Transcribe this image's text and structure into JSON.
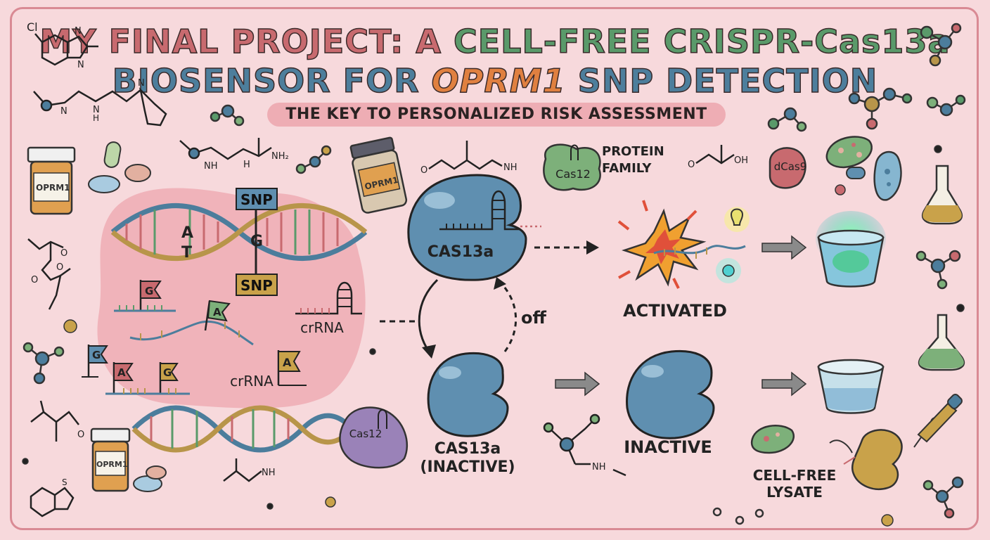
{
  "title": {
    "line1": {
      "part_a": "MY FINAL PROJECT: A ",
      "part_b": "CELL-FREE CRISPR-Cas13a"
    },
    "line2": {
      "part_a": "BIOSENSOR FOR ",
      "part_b": "OPRM1",
      "part_c": " SNP DETECTION"
    }
  },
  "subtitle": "THE KEY TO PERSONALIZED RISK ASSESSMENT",
  "labels": {
    "cas13a": "CAS13a",
    "cas13a_inactive_line1": "CAS13a",
    "cas13a_inactive_line2": "(INACTIVE)",
    "activated": "ACTIVATED",
    "inactive": "INACTIVE",
    "off": "off",
    "protein_family_line1": "PROTEIN",
    "protein_family_line2": "FAMILY",
    "cell_free_line1": "CELL-FREE",
    "cell_free_line2": "LYSATE",
    "crrna_1": "crRNA",
    "crrna_2": "crRNA",
    "snp_top": "SNP",
    "snp_bottom": "SNP",
    "cas12_card": "Cas12",
    "cas12_protein": "Cas12",
    "dcas9": "dCas9",
    "pill_bottle_1": "OPRM1",
    "pill_bottle_2": "OPRM1",
    "pill_bottle_3": "OPRM1"
  },
  "dna_bases": {
    "base_a": "A",
    "base_t": "T",
    "base_g": "G"
  },
  "flags": {
    "flag_g1": "G",
    "flag_a1": "A",
    "flag_g2": "G",
    "flag_a2": "A",
    "flag_g3": "G",
    "flag_a3": "A"
  },
  "molecules": {
    "cl": "Cl",
    "n1": "N",
    "n2": "N",
    "n3": "N",
    "n4": "N",
    "nh1": "H",
    "nh2": "N",
    "amide_h": "H",
    "nh_a": "NH",
    "nh2_a": "NH₂",
    "chain1_nh": "NH",
    "chain1_o": "O",
    "chain2_oh": "OH",
    "chain2_o": "O",
    "left_o": "O",
    "left_o2": "O",
    "left_o3": "O",
    "left_o4": "O",
    "bottom_nh": "NH",
    "bottom_nh2": "NH",
    "s": "S"
  },
  "colors": {
    "background": "#f7d9dc",
    "frame": "#d98a94",
    "cas13a_blue": "#5f8fb0",
    "dna_blue": "#4c7d9c",
    "dna_gold": "#b8954a",
    "title_red": "#c86a6f",
    "title_green": "#5a9a6a",
    "title_blue": "#4d7e9c",
    "title_orange": "#e08040"
  }
}
